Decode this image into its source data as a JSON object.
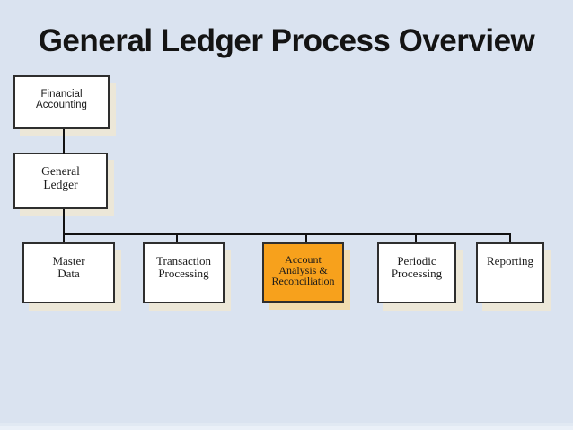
{
  "title": "General Ledger Process Overview",
  "colors": {
    "background": "#dae3f0",
    "box_fill": "#ffffff",
    "highlight_fill": "#f7a11c",
    "box_border": "#2e2e2e",
    "box_shadow": "#ece7d8",
    "highlight_shadow": "#f1dcae",
    "connector": "#111111",
    "title_text": "#141414",
    "box_text": "#1a1a1a"
  },
  "nodes": {
    "financial_accounting": {
      "lines": [
        "Financial",
        "Accounting"
      ]
    },
    "general_ledger": {
      "lines": [
        "General",
        "Ledger"
      ]
    },
    "master_data": {
      "lines": [
        "Master",
        "Data"
      ]
    },
    "transaction_processing": {
      "lines": [
        "Transaction",
        "Processing"
      ]
    },
    "account_analysis": {
      "lines": [
        "Account",
        "Analysis &",
        "Reconciliation"
      ],
      "highlighted": true
    },
    "periodic_processing": {
      "lines": [
        "Periodic",
        "Processing"
      ]
    },
    "reporting": {
      "lines": [
        "Reporting"
      ]
    }
  }
}
